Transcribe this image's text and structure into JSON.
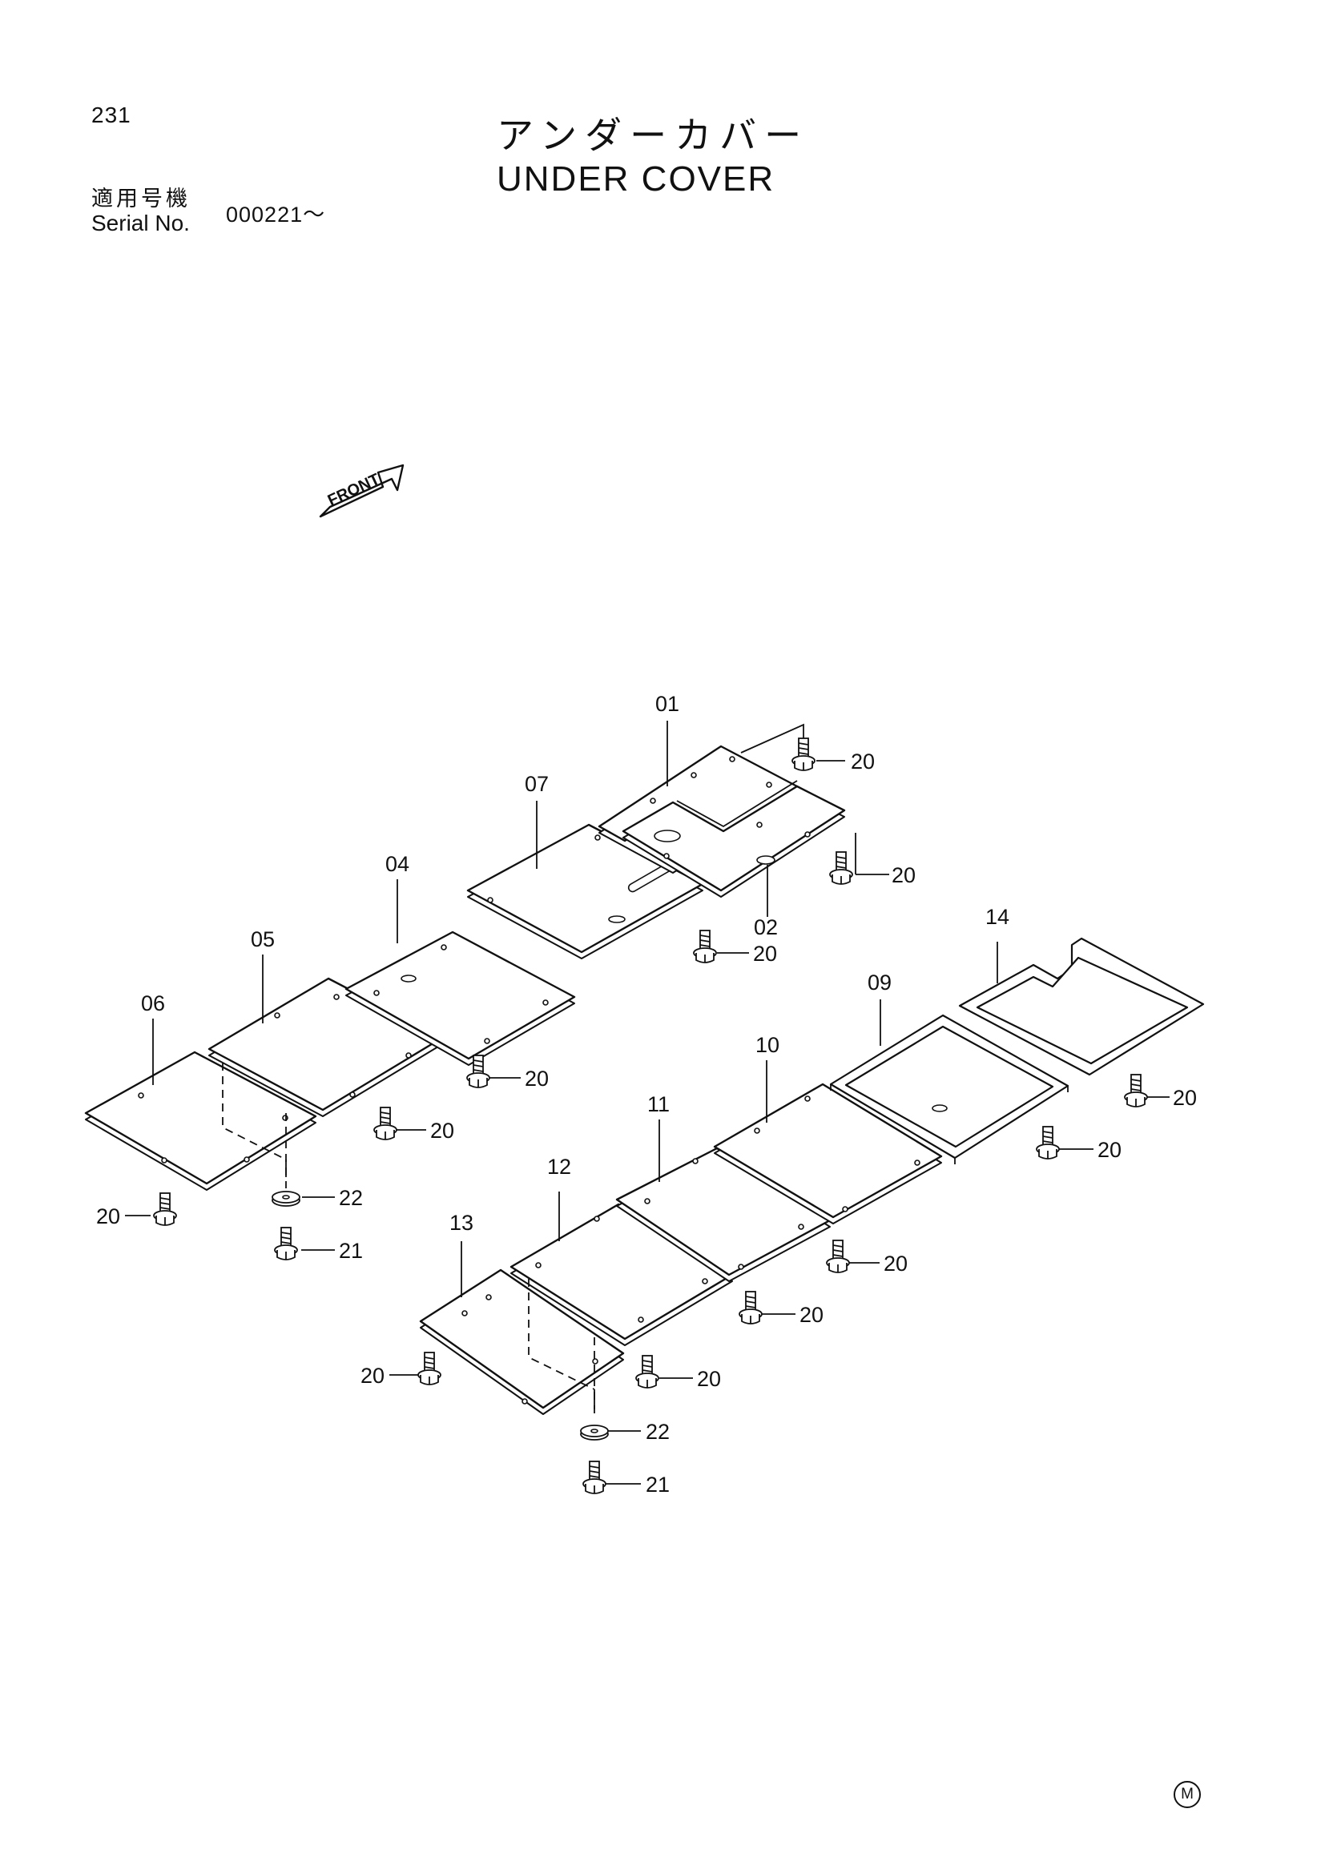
{
  "page": {
    "number": "231",
    "title_jp": "アンダーカバー",
    "title_en": "UNDER COVER",
    "serial_label_jp": "適用号機",
    "serial_label_en": "Serial No.",
    "serial_value": "000221～",
    "corner_mark": "M"
  },
  "front_arrow": {
    "label": "FRONT"
  },
  "callouts": {
    "p01": "01",
    "p02": "02",
    "p04": "04",
    "p05": "05",
    "p06": "06",
    "p07": "07",
    "p09": "09",
    "p10": "10",
    "p11": "11",
    "p12": "12",
    "p13": "13",
    "p14": "14",
    "b20": "20",
    "b21": "21",
    "w22": "22"
  }
}
